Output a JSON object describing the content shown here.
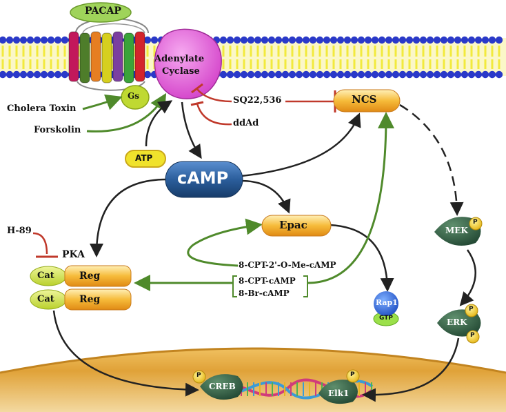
{
  "labels": {
    "pacap": "PACAP",
    "adenylate_line1": "Adenylate",
    "adenylate_line2": "Cyclase",
    "gs": "Gs",
    "cholera_toxin": "Cholera Toxin",
    "forskolin": "Forskolin",
    "sq": "SQ22,536",
    "ddad": "ddAd",
    "ncs": "NCS",
    "atp": "ATP",
    "camp": "cAMP",
    "epac": "Epac",
    "h89": "H-89",
    "pka": "PKA",
    "cat": "Cat",
    "reg": "Reg",
    "cpt_ome": "8-CPT-2'-O-Me-cAMP",
    "cpt": "8-CPT-cAMP",
    "br": "8-Br-cAMP",
    "rap1": "Rap1",
    "gtp": "GTP",
    "mek": "MEK",
    "erk": "ERK",
    "p": "P",
    "creb": "CREB",
    "elk1": "Elk1"
  },
  "colors": {
    "membrane_head": "#2a39c9",
    "membrane_tail": "#f2ea3c",
    "cyclase": "#e05ad8",
    "gs": "#b8d62a",
    "orange": "#f2a21e",
    "camp_blue": "#2d5e9e",
    "green_arrow": "#4f8a2b",
    "red_inhibit": "#c0392b",
    "kinase_green": "#2f5a3e",
    "nucleus": "#e1a93c"
  },
  "receptor_helix_colors": [
    "#c2185b",
    "#4e7d2a",
    "#e67e22",
    "#d6cf1f",
    "#7b3fa0",
    "#3aa33a",
    "#d3242c"
  ]
}
